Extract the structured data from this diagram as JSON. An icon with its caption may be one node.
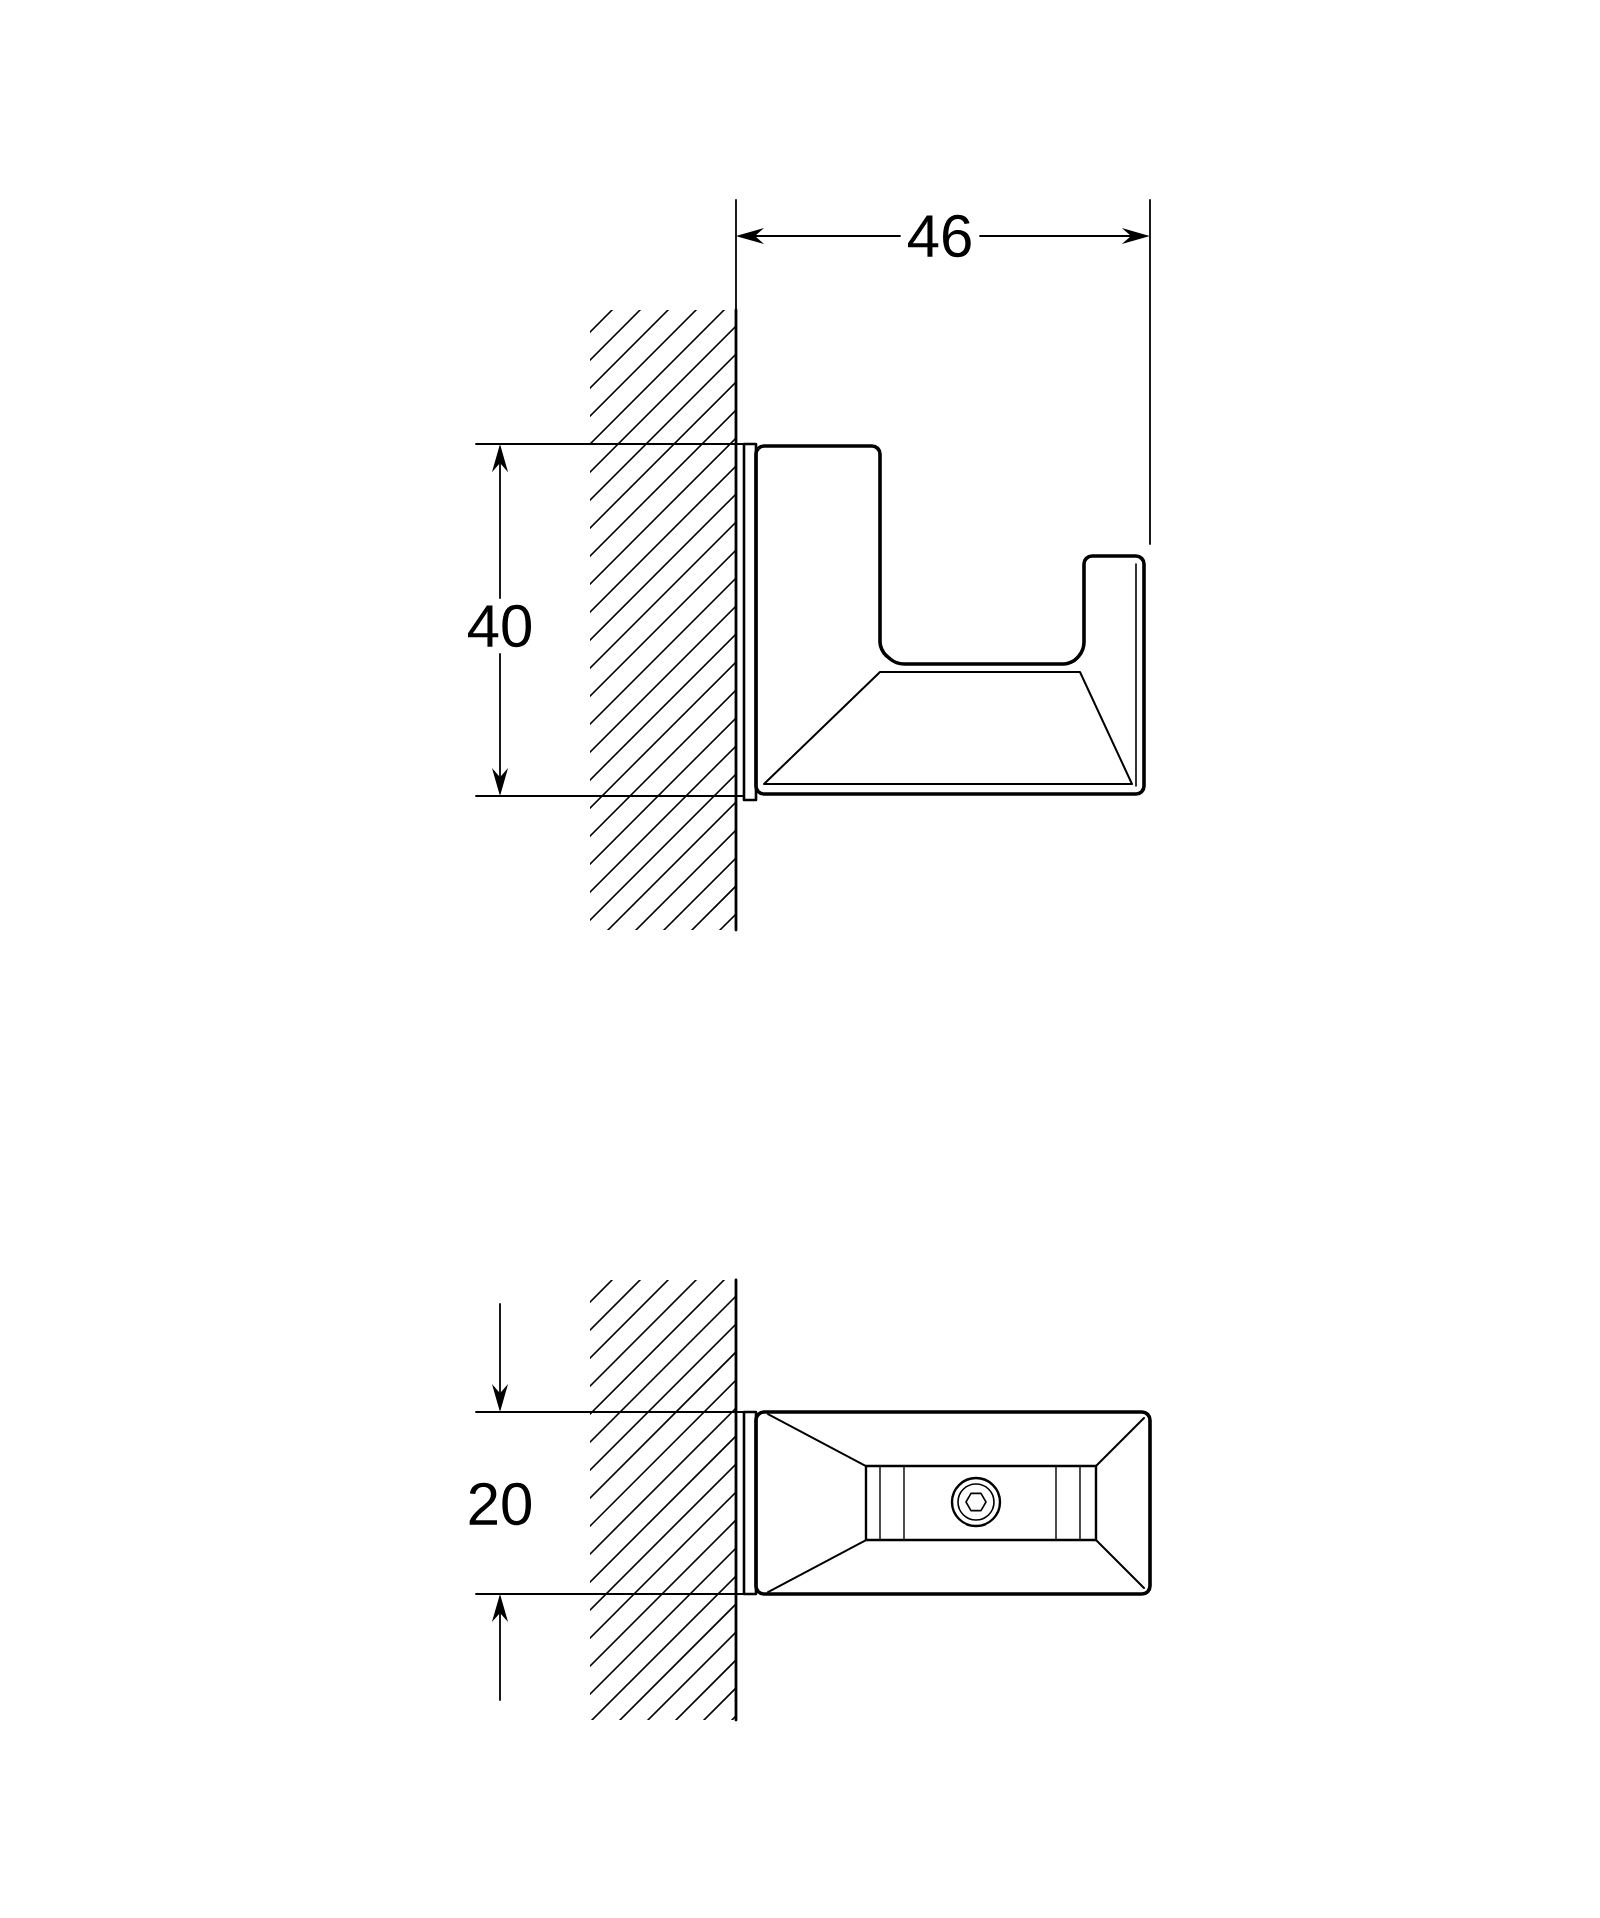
{
  "diagram": {
    "labels": [
      "46",
      "40",
      "20"
    ]
  }
}
